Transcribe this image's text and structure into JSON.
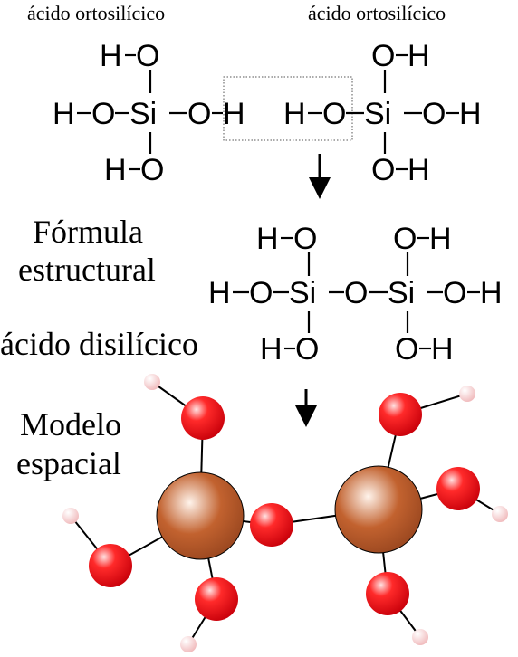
{
  "labels": {
    "left_title": "ácido ortosilícico",
    "right_title": "ácido ortosilícico",
    "formula_line1": "Fórmula",
    "formula_line2": "estructural",
    "product_name": "ácido disilícico",
    "model_line1": "Modelo",
    "model_line2": "espacial"
  },
  "symbols": {
    "H": "H",
    "O": "O",
    "Si": "Si"
  },
  "colors": {
    "oxygen": "#e8151b",
    "silicon": "#b0552a",
    "hydrogen": "#f2c4c6",
    "text": "#000000"
  }
}
